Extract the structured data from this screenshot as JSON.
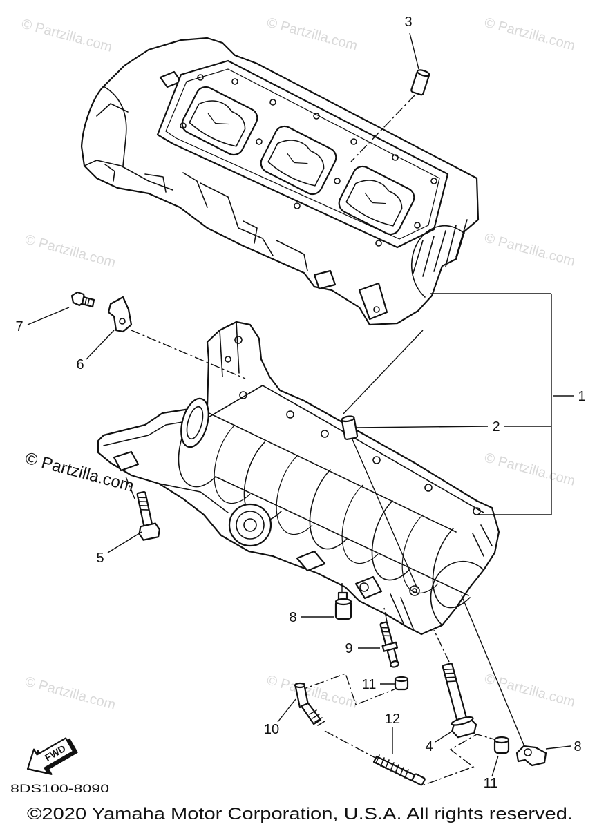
{
  "diagram": {
    "callouts": [
      "3",
      "7",
      "6",
      "1",
      "2",
      "5",
      "8",
      "9",
      "11",
      "10",
      "12",
      "4",
      "8",
      "11"
    ],
    "drawing_number": "8DS100-8090",
    "direction_arrow_label": "FWD"
  },
  "watermark_text": "© Partzilla.com",
  "footer": {
    "copyright": "©2020 Yamaha Motor Corporation, U.S.A. All rights reserved."
  },
  "colors": {
    "line": "#111111",
    "background": "#ffffff",
    "watermark": "#d9d9d9"
  }
}
